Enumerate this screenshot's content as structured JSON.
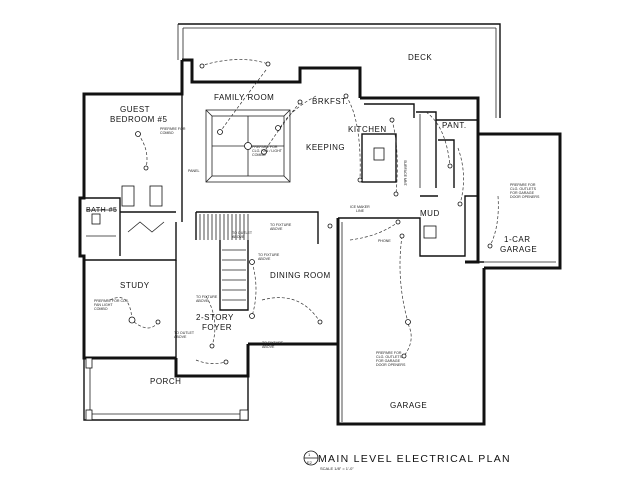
{
  "rooms": {
    "deck": "DECK",
    "family_room": "FAMILY ROOM",
    "brkfst": "BRKFST.",
    "guest_bedroom_line1": "GUEST",
    "guest_bedroom_line2": "BEDROOM #5",
    "kitchen": "KITCHEN",
    "pant": "PANT.",
    "keeping": "KEEPING",
    "bath": "BATH #5",
    "mud": "MUD",
    "one_car_garage_line1": "1-CAR",
    "one_car_garage_line2": "GARAGE",
    "dining_room": "DINING ROOM",
    "study": "STUDY",
    "two_story_line1": "2-STORY",
    "two_story_line2": "FOYER",
    "porch": "PORCH",
    "garage": "GARAGE"
  },
  "notes": {
    "fan_light_line1": "PREPARE FOR",
    "fan_light_line2": "CLG. FAN / LIGHT",
    "fan_light_line3": "COMBO",
    "pwr_panel": "PANEL",
    "two_car_door_line1": "PREPARE FOR",
    "two_car_door_line2": "CLG. OUTLETS",
    "two_car_door_line3": "FOR GARAGE",
    "two_car_door_line4": "DOOR OPENERS",
    "one_car_door_line1": "PREPARE FOR",
    "one_car_door_line2": "CLG. OUTLETS",
    "one_car_door_line3": "FOR GARAGE",
    "one_car_door_line4": "DOOR OPENERS",
    "study_fan_line1": "PREPARE FOR CLG.",
    "study_fan_line2": "FAN LIGHT",
    "study_fan_line3": "COMBO",
    "to_fixture_above_1": "TO FIXTURE",
    "to_fixture_above_1b": "ABOVE",
    "to_fixture_above_2": "TO FIXTURE",
    "to_fixture_above_2b": "ABOVE",
    "to_fixture_above_3": "TO FIXTURE",
    "to_fixture_above_3b": "ABOVE",
    "to_outlet_above": "TO OUTLET",
    "to_outlet_above_b": "ABOVE",
    "to_fixture_study": "TO FIXTURE",
    "to_fixture_study_b": "ABOVE",
    "ice_maker": "ICE MAKER",
    "ice_maker_b": "LINE",
    "phone": "PHONE",
    "surface_mount": "SURFACE MNT."
  },
  "title": {
    "main": "MAIN LEVEL ELECTRICAL PLAN",
    "scale": "SCALE 1/8\" = 1'-0\"",
    "sheet_num": "1",
    "sheet_den": "E2"
  }
}
